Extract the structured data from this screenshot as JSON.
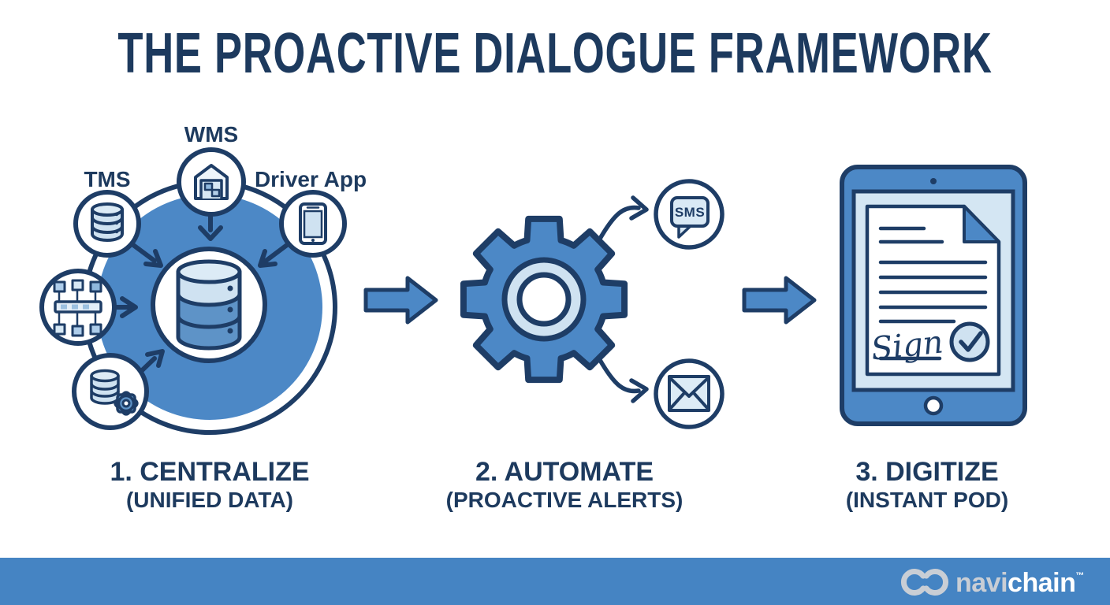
{
  "title": "THE PROACTIVE DIALOGUE FRAMEWORK",
  "steps": [
    {
      "number_label": "1. CENTRALIZE",
      "sublabel": "(UNIFIED DATA)"
    },
    {
      "number_label": "2. AUTOMATE",
      "sublabel": "(PROACTIVE ALERTS)"
    },
    {
      "number_label": "3. DIGITIZE",
      "sublabel": "(INSTANT POD)"
    }
  ],
  "centralize": {
    "source_labels": {
      "tms": "TMS",
      "wms": "WMS",
      "driver_app": "Driver App"
    },
    "icons": [
      "tms-database-icon",
      "wms-warehouse-icon",
      "driver-app-phone-icon",
      "integration-nodes-icon",
      "database-sync-gear-icon",
      "central-database-icon"
    ]
  },
  "automate": {
    "sms_badge": "SMS",
    "icons": [
      "gear-icon",
      "sms-message-icon",
      "email-envelope-icon"
    ]
  },
  "digitize": {
    "signature_text": "Sign",
    "icons": [
      "tablet-icon",
      "signed-document-icon",
      "checkmark-icon"
    ]
  },
  "footer": {
    "brand_navi": "navi",
    "brand_chain": "chain",
    "trademark": "™"
  },
  "colors": {
    "navy": "#1e3d66",
    "title_navy": "#1d3a5e",
    "blue": "#4c88c6",
    "band_blue": "#5e93c7",
    "light_blue": "#cfe2f1",
    "pale_blue": "#dcebf6",
    "footer_blue": "#4584c3",
    "logo_gray": "#c9ced5",
    "white": "#ffffff"
  }
}
